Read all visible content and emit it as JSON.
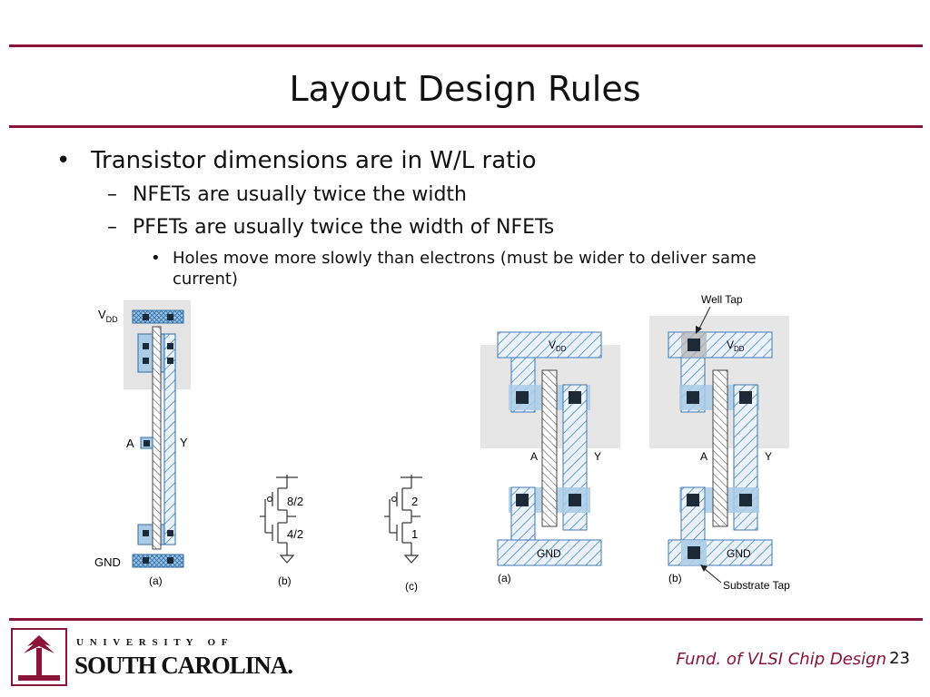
{
  "slide": {
    "title": "Layout Design Rules",
    "bullets": [
      {
        "level": 1,
        "text": "Transistor dimensions are in W/L ratio"
      },
      {
        "level": 2,
        "text": "NFETs are usually twice the width"
      },
      {
        "level": 2,
        "text": "PFETs are usually twice the width of NFETs"
      },
      {
        "level": 3,
        "text": "Holes move more slowly than electrons (must be wider to deliver same"
      },
      {
        "level": 3,
        "text": "current)"
      }
    ]
  },
  "figures": {
    "left": {
      "vdd_main": "V",
      "vdd_sub": "DD",
      "a_label": "A",
      "y_label": "Y",
      "gnd_label": "GND",
      "caption_a": "(a)",
      "caption_b": "(b)",
      "caption_c": "(c)",
      "ratio_top_b": "8/2",
      "ratio_bot_b": "4/2",
      "ratio_top_c": "2",
      "ratio_bot_c": "1"
    },
    "right": {
      "vdd_main": "V",
      "vdd_sub": "DD",
      "a_label": "A",
      "y_label": "Y",
      "gnd_label": "GND",
      "caption_a": "(a)",
      "caption_b": "(b)",
      "well_tap": "Well Tap",
      "substrate_tap": "Substrate Tap"
    }
  },
  "footer": {
    "course": "Fund. of VLSI Chip Design",
    "page": "23",
    "logo_top": "U N I V E R S I T Y   O F",
    "logo_main": "SOUTH CAROLINA."
  },
  "colors": {
    "accent": "#8a1538",
    "diffusion": "#a9cbe6",
    "metal_hatch": "#3d7ab5",
    "well": "#e6e6e6",
    "contact": "#1b2a36"
  }
}
